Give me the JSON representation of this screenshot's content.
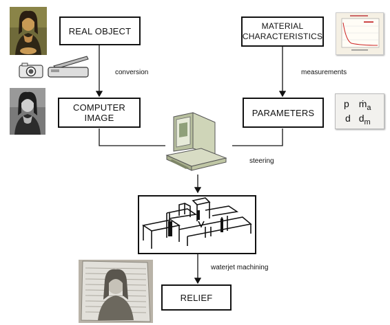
{
  "boxes": {
    "real_object": "REAL OBJECT",
    "material_line1": "MATERIAL",
    "material_line2": "CHARACTERISTICS",
    "computer_image": "COMPUTER IMAGE",
    "parameters": "PARAMETERS",
    "relief": "RELIEF"
  },
  "labels": {
    "conversion": "conversion",
    "measurements": "measurements",
    "steering": "steering",
    "waterjet": "waterjet machining"
  },
  "params": {
    "p": "p",
    "m": "ṁ",
    "a_sub": "a",
    "d": "d",
    "d2": "d",
    "m_sub": "m"
  },
  "icons": [
    "mona-lisa-color-photo",
    "camera-icon",
    "scanner-icon",
    "mona-lisa-grayscale-photo",
    "material-chart-thumbnail",
    "computer-workstation-icon",
    "waterjet-machine-drawing",
    "relief-tile-photo"
  ],
  "colors": {
    "line": "#111111",
    "box_border": "#111111",
    "chart_curve": "#cc2222",
    "panel_bg": "#f2f1ee"
  }
}
